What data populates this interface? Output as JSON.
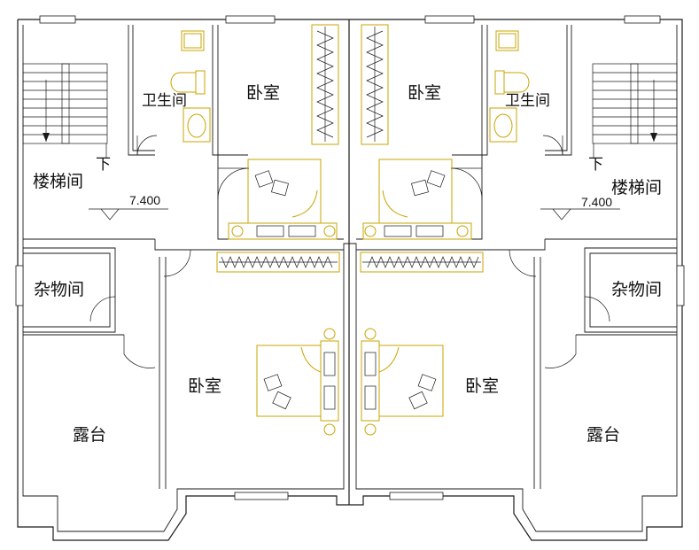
{
  "rooms": {
    "bedroom_top_left": "卧室",
    "bedroom_top_right": "卧室",
    "bathroom_left": "卫生间",
    "bathroom_right": "卫生间",
    "stair_left": "楼梯间",
    "stair_right": "楼梯间",
    "storage_left": "杂物间",
    "storage_right": "杂物间",
    "bedroom_bottom_left": "卧室",
    "bedroom_bottom_right": "卧室",
    "terrace_left": "露台",
    "terrace_right": "露台"
  },
  "stairs": {
    "down_left": "下",
    "down_right": "下"
  },
  "elevation": {
    "left": "7.400",
    "right": "7.400"
  },
  "colors": {
    "walls": "#1a1a1a",
    "furniture": "#c9a400",
    "background": "#ffffff"
  }
}
